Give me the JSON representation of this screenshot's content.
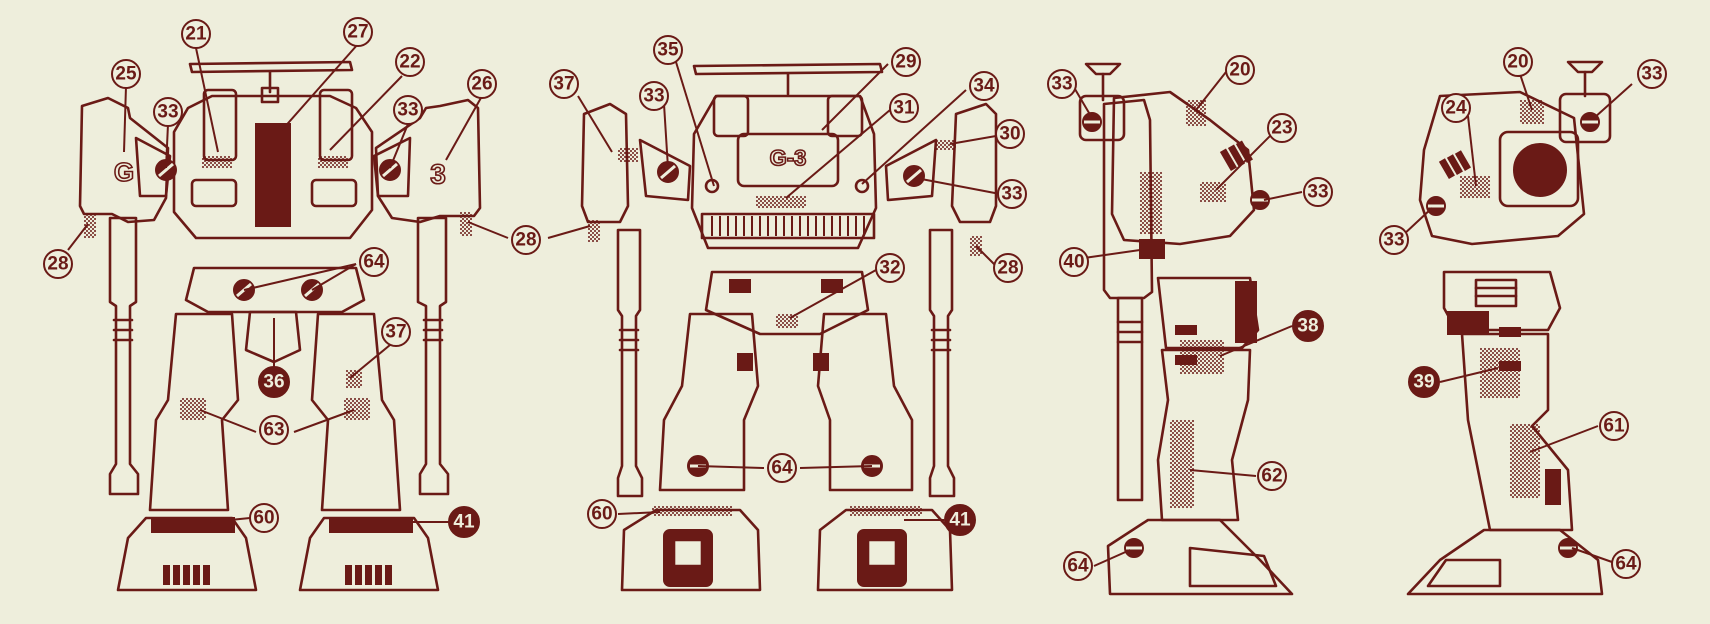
{
  "colors": {
    "ink": "#6A1A16",
    "paper": "#EEEEDC"
  },
  "views": [
    {
      "id": "back",
      "decals": [
        "G",
        "3"
      ],
      "callouts": [
        {
          "label": "21",
          "filled": false
        },
        {
          "label": "27",
          "filled": false
        },
        {
          "label": "22",
          "filled": false
        },
        {
          "label": "25",
          "filled": false
        },
        {
          "label": "33",
          "filled": false
        },
        {
          "label": "33",
          "filled": false
        },
        {
          "label": "26",
          "filled": false
        },
        {
          "label": "28",
          "filled": false
        },
        {
          "label": "28",
          "filled": false
        },
        {
          "label": "64",
          "filled": false
        },
        {
          "label": "37",
          "filled": false
        },
        {
          "label": "36",
          "filled": true
        },
        {
          "label": "63",
          "filled": false
        },
        {
          "label": "60",
          "filled": false
        },
        {
          "label": "41",
          "filled": true
        }
      ]
    },
    {
      "id": "front",
      "decals": [
        "G-3"
      ],
      "callouts": [
        {
          "label": "35",
          "filled": false
        },
        {
          "label": "29",
          "filled": false
        },
        {
          "label": "37",
          "filled": false
        },
        {
          "label": "33",
          "filled": false
        },
        {
          "label": "31",
          "filled": false
        },
        {
          "label": "34",
          "filled": false
        },
        {
          "label": "30",
          "filled": false
        },
        {
          "label": "33",
          "filled": false
        },
        {
          "label": "28",
          "filled": false
        },
        {
          "label": "32",
          "filled": false
        },
        {
          "label": "64",
          "filled": false
        },
        {
          "label": "60",
          "filled": false
        },
        {
          "label": "41",
          "filled": true
        }
      ]
    },
    {
      "id": "side-left",
      "decals": [],
      "callouts": [
        {
          "label": "33",
          "filled": false
        },
        {
          "label": "20",
          "filled": false
        },
        {
          "label": "23",
          "filled": false
        },
        {
          "label": "33",
          "filled": false
        },
        {
          "label": "40",
          "filled": false
        },
        {
          "label": "38",
          "filled": true
        },
        {
          "label": "62",
          "filled": false
        },
        {
          "label": "64",
          "filled": false
        }
      ]
    },
    {
      "id": "side-right",
      "decals": [],
      "callouts": [
        {
          "label": "20",
          "filled": false
        },
        {
          "label": "33",
          "filled": false
        },
        {
          "label": "24",
          "filled": false
        },
        {
          "label": "33",
          "filled": false
        },
        {
          "label": "39",
          "filled": true
        },
        {
          "label": "61",
          "filled": false
        },
        {
          "label": "64",
          "filled": false
        }
      ]
    }
  ]
}
